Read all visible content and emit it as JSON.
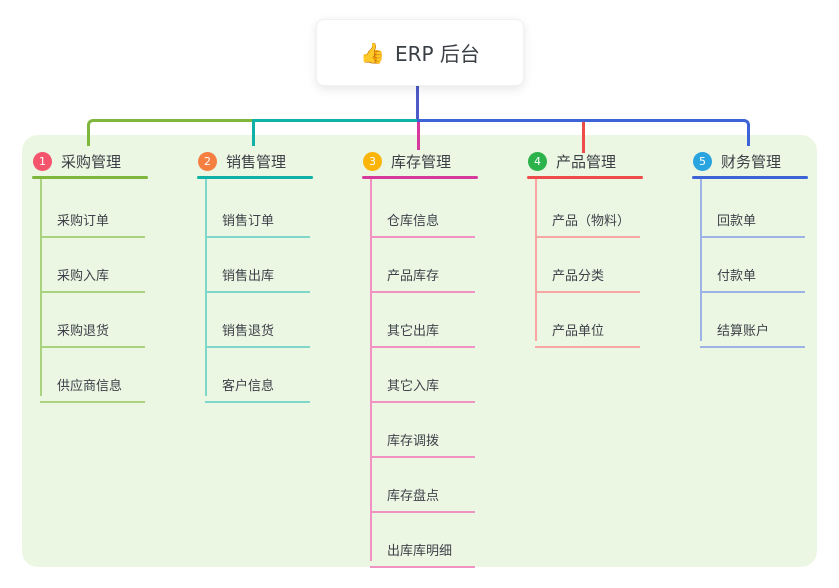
{
  "root": {
    "emoji": "👍",
    "label": "ERP 后台"
  },
  "colors": {
    "background": "#ffffff",
    "panel": "#ebf7e3",
    "root_connector": "#4d5ac7",
    "text_dark": "#3a3f45"
  },
  "branches": [
    {
      "num": "1",
      "title": "采购管理",
      "badge_color": "#f4556d",
      "line_color": "#7eb73c",
      "line_light_color": "#a9d37f",
      "items": [
        "采购订单",
        "采购入库",
        "采购退货",
        "供应商信息"
      ]
    },
    {
      "num": "2",
      "title": "销售管理",
      "badge_color": "#f57e41",
      "line_color": "#10b1a6",
      "line_light_color": "#7fd7cc",
      "items": [
        "销售订单",
        "销售出库",
        "销售退货",
        "客户信息"
      ]
    },
    {
      "num": "3",
      "title": "库存管理",
      "badge_color": "#fbb40a",
      "line_color": "#d4399b",
      "line_light_color": "#f093c3",
      "items": [
        "仓库信息",
        "产品库存",
        "其它出库",
        "其它入库",
        "库存调拨",
        "库存盘点",
        "出库库明细"
      ]
    },
    {
      "num": "4",
      "title": "产品管理",
      "badge_color": "#2cb24a",
      "line_color": "#ee4b4b",
      "line_light_color": "#f7a6a2",
      "items": [
        "产品（物料）",
        "产品分类",
        "产品单位"
      ]
    },
    {
      "num": "5",
      "title": "财务管理",
      "badge_color": "#2aa4df",
      "line_color": "#3d63d6",
      "line_light_color": "#9db3e6",
      "items": [
        "回款单",
        "付款单",
        "结算账户"
      ]
    }
  ]
}
